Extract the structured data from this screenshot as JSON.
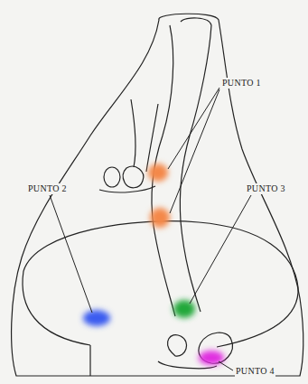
{
  "diagram": {
    "labels": [
      "PUNTO 1",
      "PUNTO 2",
      "PUNTO 3",
      "PUNTO 4"
    ]
  }
}
